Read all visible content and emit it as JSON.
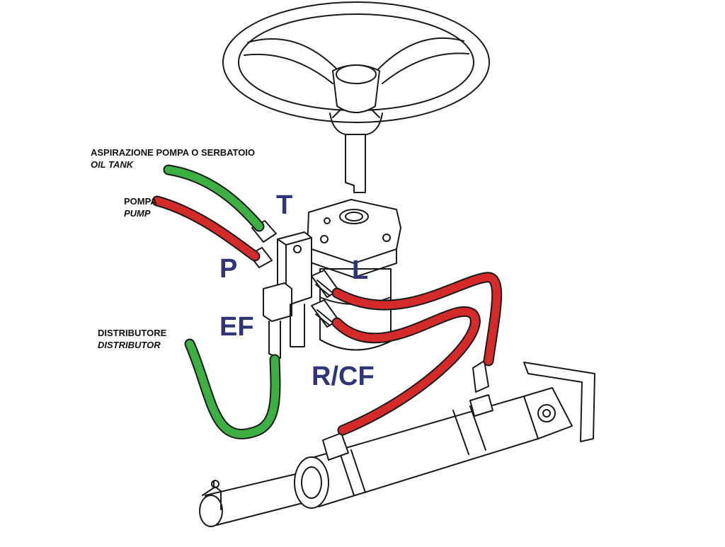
{
  "labels": {
    "oil_tank": {
      "primary": "ASPIRAZIONE POMPA O SERBATOIO",
      "secondary": "OIL TANK"
    },
    "pump": {
      "primary": "POMPA",
      "secondary": "PUMP"
    },
    "distributor": {
      "primary": "DISTRIBUTORE",
      "secondary": "DISTRIBUTOR"
    }
  },
  "ports": {
    "t": "T",
    "p": "P",
    "l": "L",
    "ef": "EF",
    "rcf": "R/CF"
  },
  "colors": {
    "port_letters": "#2e3578",
    "return_hose": "#3cb043",
    "pressure_hose": "#d42a2a",
    "outline": "#1a1a1a"
  }
}
